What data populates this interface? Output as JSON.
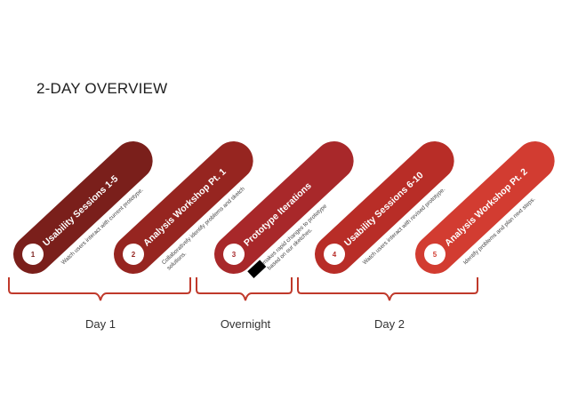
{
  "title": "2-DAY OVERVIEW",
  "colors": {
    "bracket": "#c0392b",
    "redaction": "#000000"
  },
  "steps": [
    {
      "number": "1",
      "title": "Usability Sessions 1-5",
      "desc": [
        "Watch users interact with current prototype."
      ],
      "color": "#7a1f1b"
    },
    {
      "number": "2",
      "title": "Analysis Workshop Pt. 1",
      "desc": [
        "Collaboratively identify problems and sketch",
        "solutions."
      ],
      "color": "#962520"
    },
    {
      "number": "3",
      "title": "Prototype Iterations",
      "desc": [
        "makes rapid changes to prototype",
        "based on our sketches."
      ],
      "color": "#a8282a"
    },
    {
      "number": "4",
      "title": "Usability Sessions 6-10",
      "desc": [
        "Watch users interact with revised prototype."
      ],
      "color": "#b82d27"
    },
    {
      "number": "5",
      "title": "Analysis Workshop Pt. 2",
      "desc": [
        "Identify problems and plan next steps."
      ],
      "color": "#d23c31"
    }
  ],
  "phases": [
    {
      "label": "Day 1"
    },
    {
      "label": "Overnight"
    },
    {
      "label": "Day 2"
    }
  ]
}
